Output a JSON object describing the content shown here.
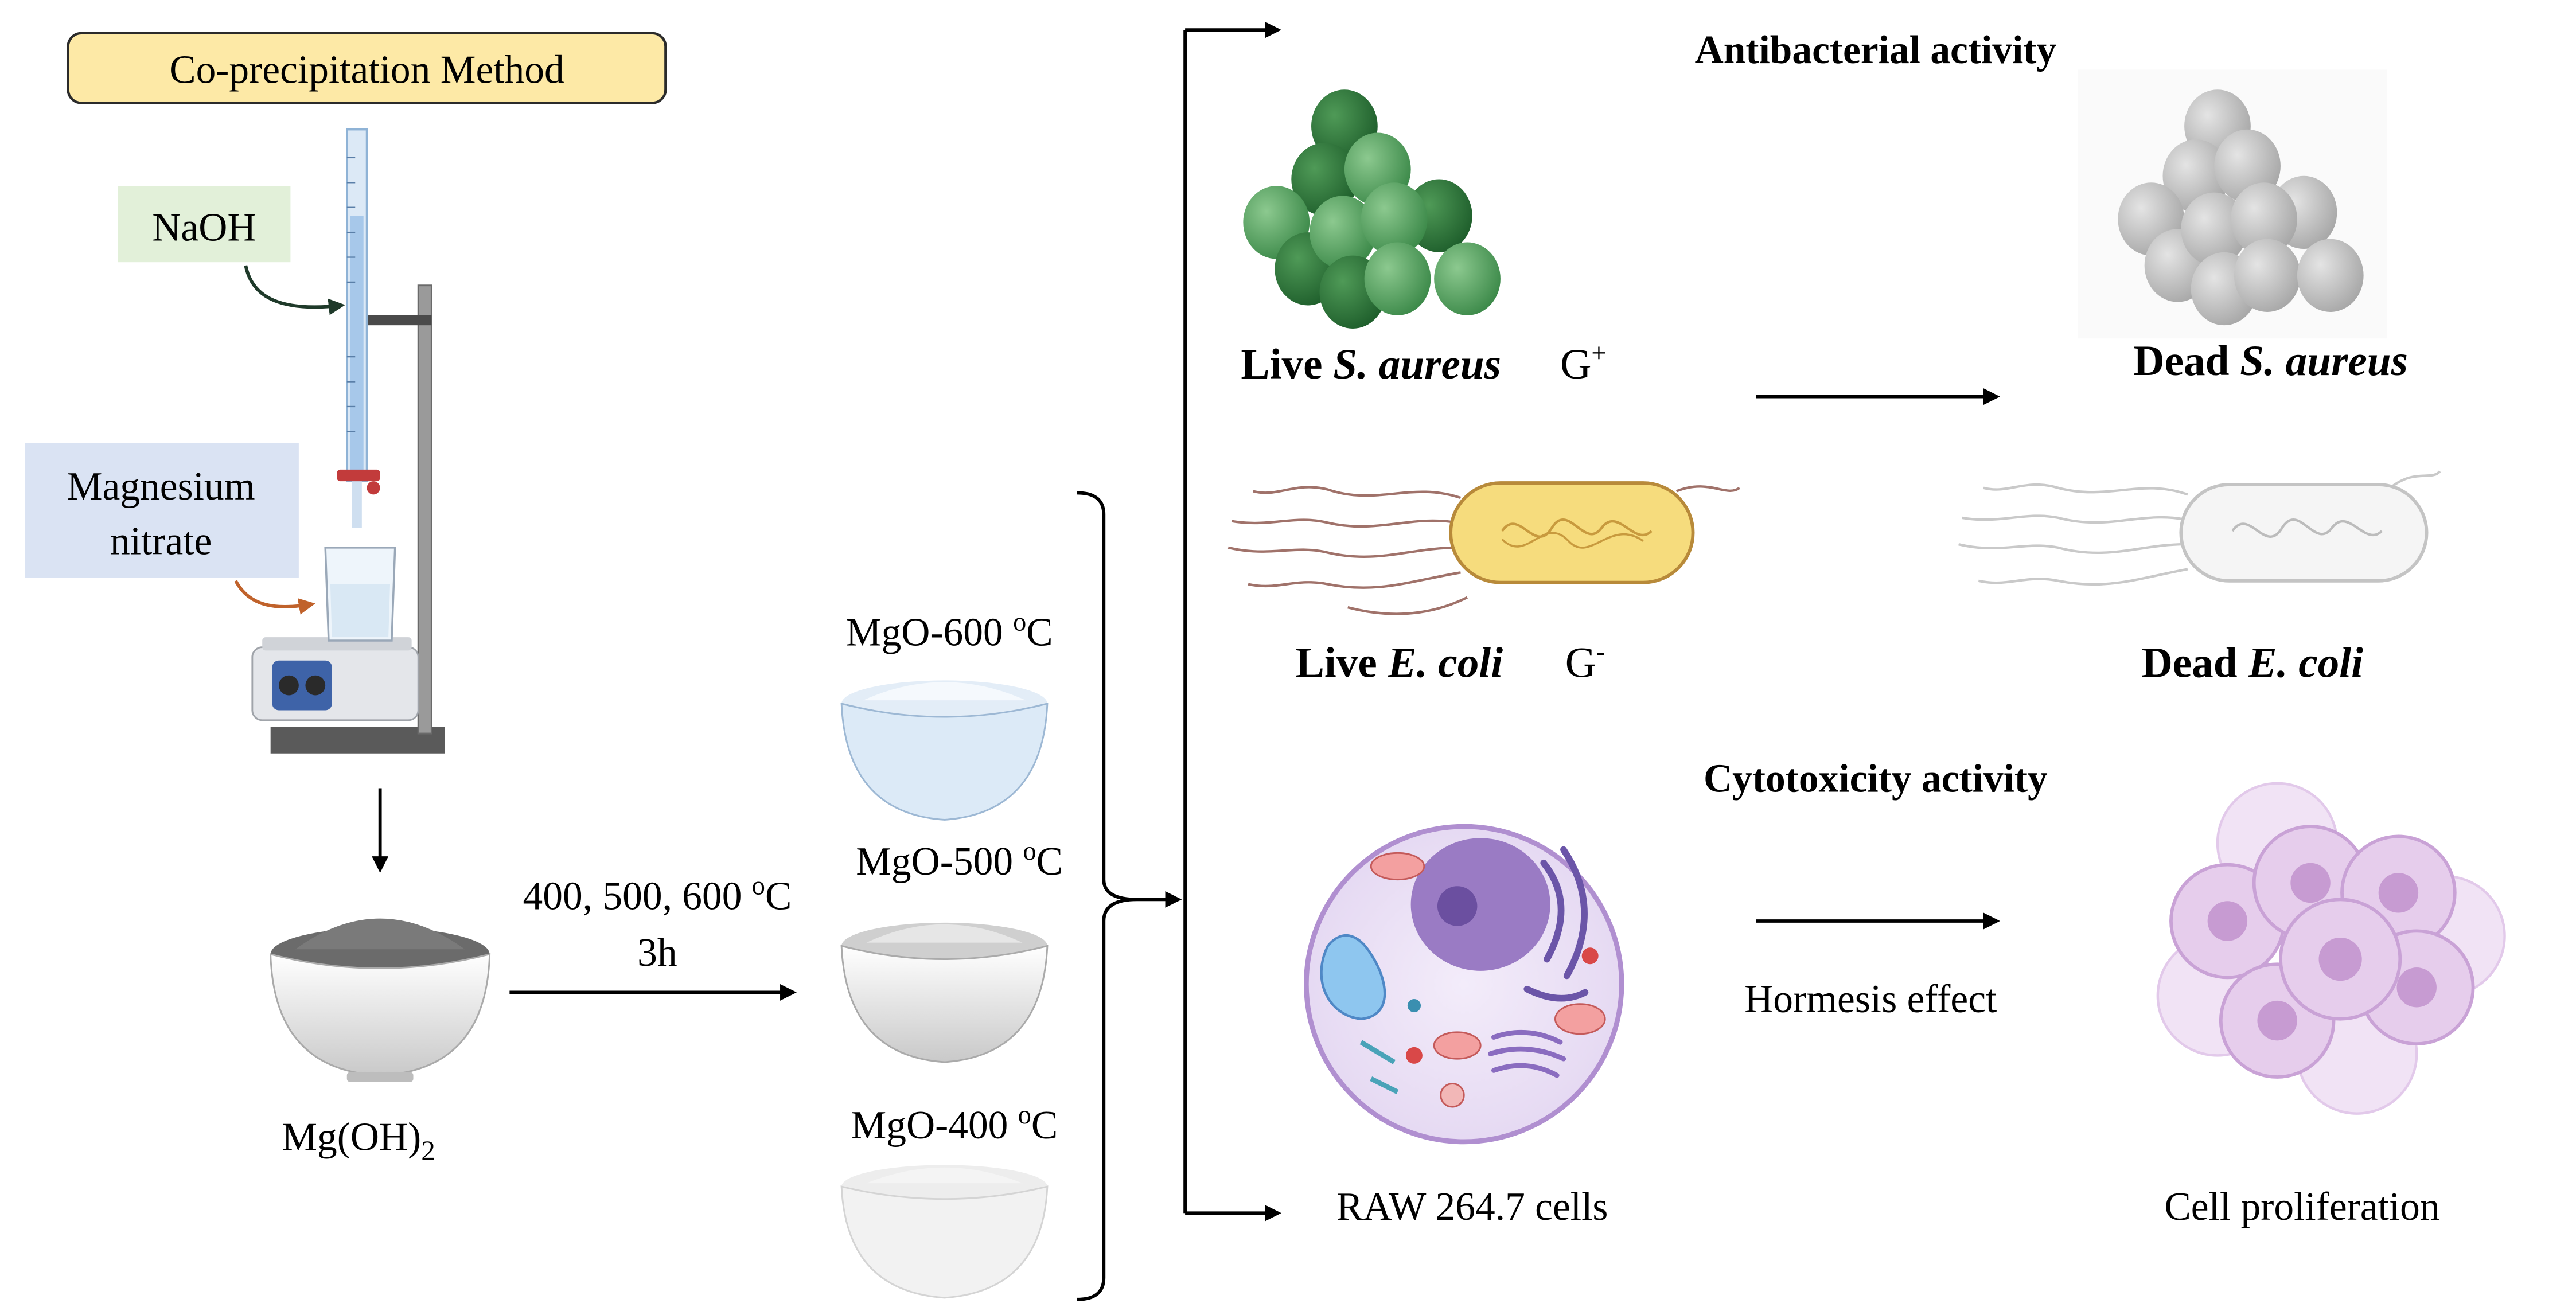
{
  "method": {
    "title": "Co-precipitation Method"
  },
  "reagents": {
    "naoh": "NaOH",
    "mg_nitrate_line1": "Magnesium",
    "mg_nitrate_line2": "nitrate"
  },
  "precursor": {
    "label_main": "Mg(OH)",
    "label_sub": "2"
  },
  "calcination": {
    "temps": "400, 500, 600 ",
    "temps_sup": "o",
    "temps_unit": "C",
    "time": "3h"
  },
  "products": [
    {
      "label": "MgO-600 ",
      "sup": "o",
      "unit": "C"
    },
    {
      "label": "MgO-500 ",
      "sup": "o",
      "unit": "C"
    },
    {
      "label": "MgO-400 ",
      "sup": "o",
      "unit": "C"
    }
  ],
  "antibacterial": {
    "title": "Antibacterial activity",
    "live_sa_prefix": "Live ",
    "live_sa_species": "S. aureus",
    "g_pos": "G",
    "g_pos_sup": "+",
    "live_ec_prefix": "Live ",
    "live_ec_species": "E. coli",
    "g_neg": "G",
    "g_neg_sup": "-",
    "dead_sa_prefix": "Dead ",
    "dead_sa_species": "S. aureus",
    "dead_ec_prefix": "Dead ",
    "dead_ec_species": "E. coli"
  },
  "cytotoxicity": {
    "title": "Cytotoxicity activity",
    "cells": "RAW 264.7 cells",
    "effect": "Hormesis effect",
    "outcome": "Cell proliferation"
  },
  "colors": {
    "method_box_fill": "#fde9a6",
    "naoh_box_fill": "#e2f0d9",
    "nitrate_box_fill": "#dae3f3",
    "live_sa_green": "#4e9a5b",
    "dead_grey": "#bdbdbd",
    "ecoli_yellow": "#f6dc7d",
    "cell_purple": "#b08fd0",
    "prolif_pink": "#e6cdec",
    "naoh_arrow": "#1f3a2a",
    "nitrate_arrow": "#c0622b"
  }
}
